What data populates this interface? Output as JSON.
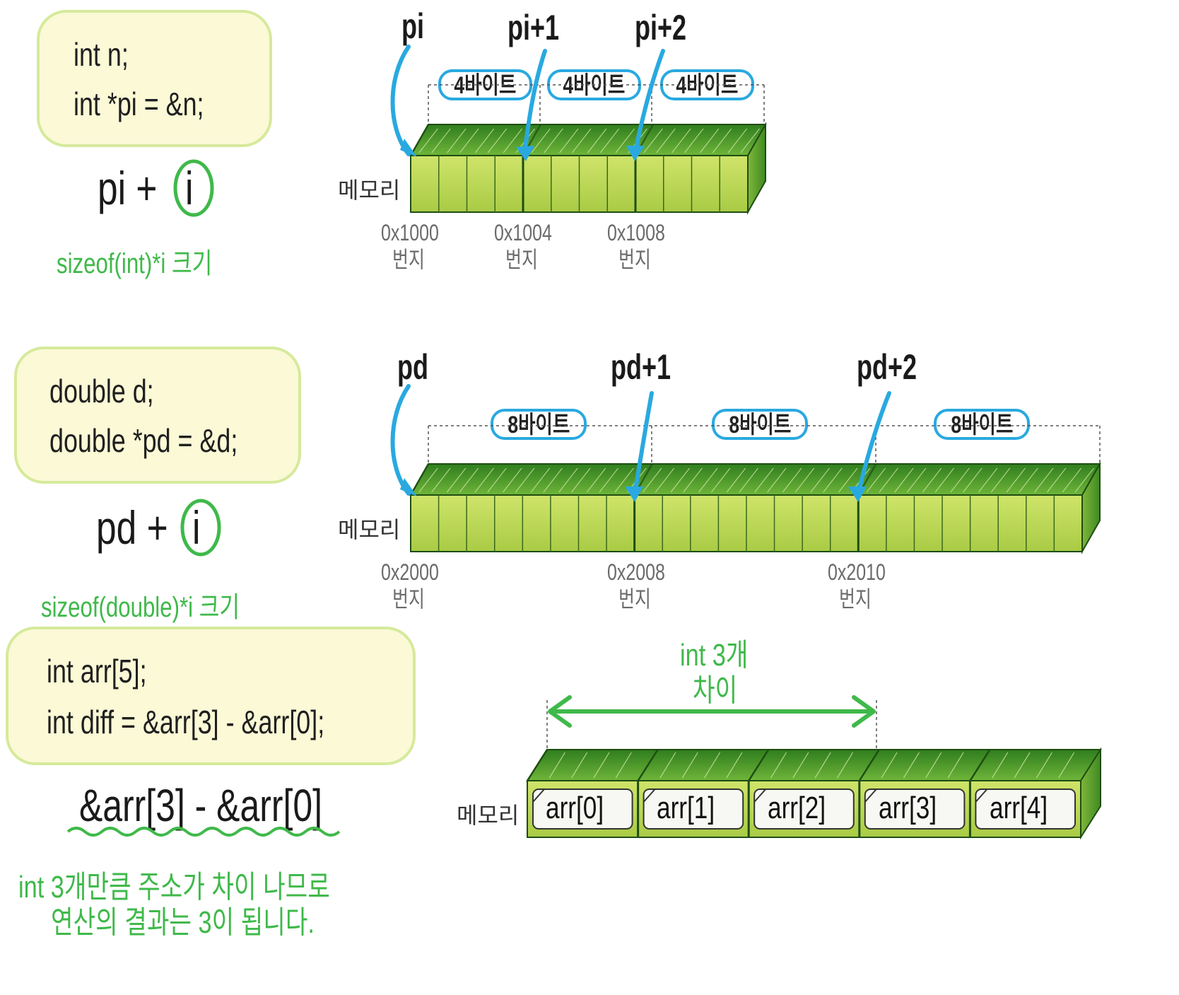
{
  "section1": {
    "code_line1": "int n;",
    "code_line2": "int *pi = &n;",
    "expr_left": "pi +",
    "expr_var": "i",
    "size_note": "sizeof(int)*i 크기",
    "pointer_labels": [
      "pi",
      "pi+1",
      "pi+2"
    ],
    "byte_labels": [
      "4바이트",
      "4바이트",
      "4바이트"
    ],
    "memory_label": "메모리",
    "addresses": [
      "0x1000",
      "0x1004",
      "0x1008"
    ],
    "address_suffix": "번지"
  },
  "section2": {
    "code_line1": "double d;",
    "code_line2": "double *pd = &d;",
    "expr_left": "pd +",
    "expr_var": "i",
    "size_note": "sizeof(double)*i 크기",
    "pointer_labels": [
      "pd",
      "pd+1",
      "pd+2"
    ],
    "byte_labels": [
      "8바이트",
      "8바이트",
      "8바이트"
    ],
    "memory_label": "메모리",
    "addresses": [
      "0x2000",
      "0x2008",
      "0x2010"
    ],
    "address_suffix": "번지"
  },
  "section3": {
    "code_line1": "int arr[5];",
    "code_line2": "int diff = &arr[3] - &arr[0];",
    "expr": "&arr[3] - &arr[0]",
    "result_line1": "int 3개만큼 주소가 차이 나므로",
    "result_line2": "연산의 결과는 3이 됩니다.",
    "diff_label_line1": "int 3개",
    "diff_label_line2": "차이",
    "memory_label": "메모리",
    "cells": [
      "arr[0]",
      "arr[1]",
      "arr[2]",
      "arr[3]",
      "arr[4]"
    ]
  },
  "colors": {
    "code_bg": "#fbf9d6",
    "code_border": "#d5ea9b",
    "accent_green": "#3fb94a",
    "arrow_blue": "#29a9e0",
    "cell_front": "#bfd957",
    "cell_top": "#4e9a2a"
  }
}
